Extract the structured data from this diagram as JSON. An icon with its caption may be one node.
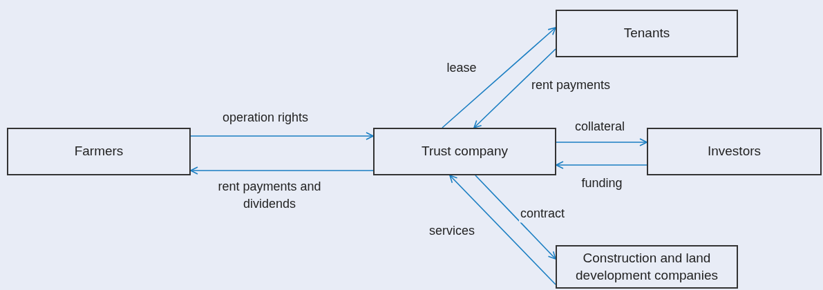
{
  "diagram": {
    "nodes": [
      {
        "text": [
          "Farmers"
        ]
      },
      {
        "text": [
          "Trust company"
        ]
      },
      {
        "text": [
          "Tenants"
        ]
      },
      {
        "text": [
          "Investors"
        ]
      },
      {
        "text": [
          "Construction and land development companies"
        ]
      }
    ],
    "edges": [
      {
        "from": 0,
        "to": 1,
        "arrow": "to",
        "label": "operation rights"
      },
      {
        "from": 1,
        "to": 0,
        "arrow": "to",
        "label": "rent payments and dividends"
      },
      {
        "from": 1,
        "to": 2,
        "arrow": "to",
        "label": "lease"
      },
      {
        "from": 2,
        "to": 1,
        "arrow": "to",
        "label": "rent payments"
      },
      {
        "from": 1,
        "to": 3,
        "arrow": "to",
        "label": "collateral"
      },
      {
        "from": 3,
        "to": 1,
        "arrow": "to",
        "label": "funding"
      },
      {
        "from": 1,
        "to": 4,
        "arrow": "to",
        "label": "contract"
      },
      {
        "from": 4,
        "to": 1,
        "arrow": "to",
        "label": "services"
      }
    ]
  }
}
